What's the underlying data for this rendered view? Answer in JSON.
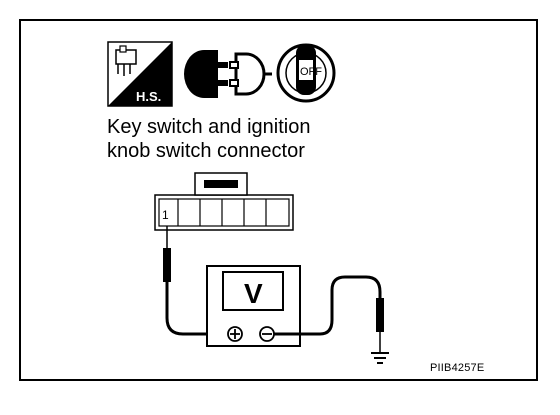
{
  "caption": {
    "line1": "Key switch and ignition",
    "line2": "knob switch connector"
  },
  "connector": {
    "pin_label": "1"
  },
  "icons": {
    "harness_icon_text": "H.S.",
    "key_icon_text": "OFF",
    "harness_icon": "harness-side-icon",
    "connector_icon": "disconnect-connector-icon",
    "key_icon": "ignition-key-off-icon"
  },
  "meter": {
    "label": "V",
    "positive_terminal": "⊕",
    "negative_terminal": "⊖"
  },
  "figure_code": "PIIB4257E"
}
